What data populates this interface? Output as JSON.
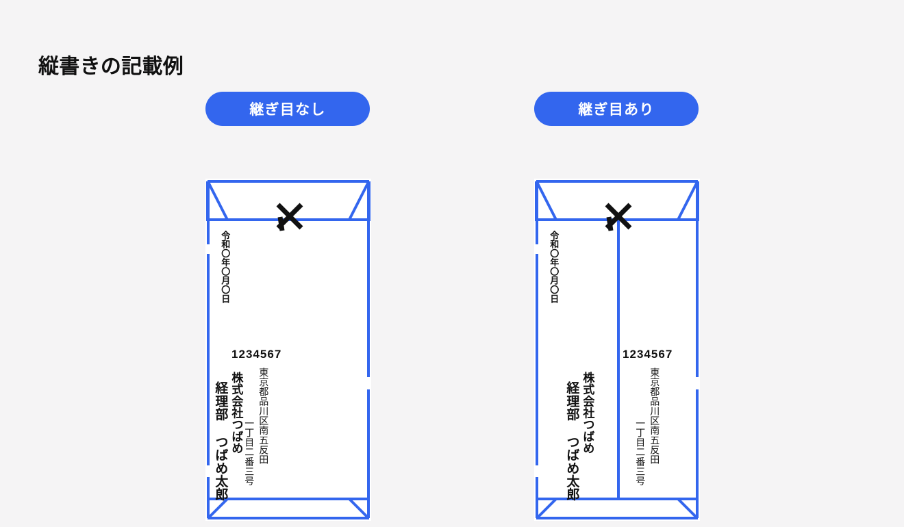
{
  "page": {
    "title": "縦書きの記載例",
    "background_color": "#f5f4f5",
    "accent_color": "#3366ee",
    "text_color": "#111111"
  },
  "examples": [
    {
      "badge_label": "継ぎ目なし",
      "has_seam": false,
      "envelope": {
        "date": "令和〇年〇月〇日",
        "postal_code": "1234567",
        "address_line_1": "東京都品川区南五反田",
        "address_line_2": "一丁目二番三号",
        "company": "株式会社つばめ",
        "person": "経理部 つばめ太郎",
        "seal_mark": "shime-mark"
      }
    },
    {
      "badge_label": "継ぎ目あり",
      "has_seam": true,
      "envelope": {
        "date": "令和〇年〇月〇日",
        "postal_code": "1234567",
        "address_line_1": "東京都品川区南五反田",
        "address_line_2": "一丁目二番三号",
        "company": "株式会社つばめ",
        "person": "経理部 つばめ太郎",
        "seal_mark": "shime-mark"
      }
    }
  ]
}
